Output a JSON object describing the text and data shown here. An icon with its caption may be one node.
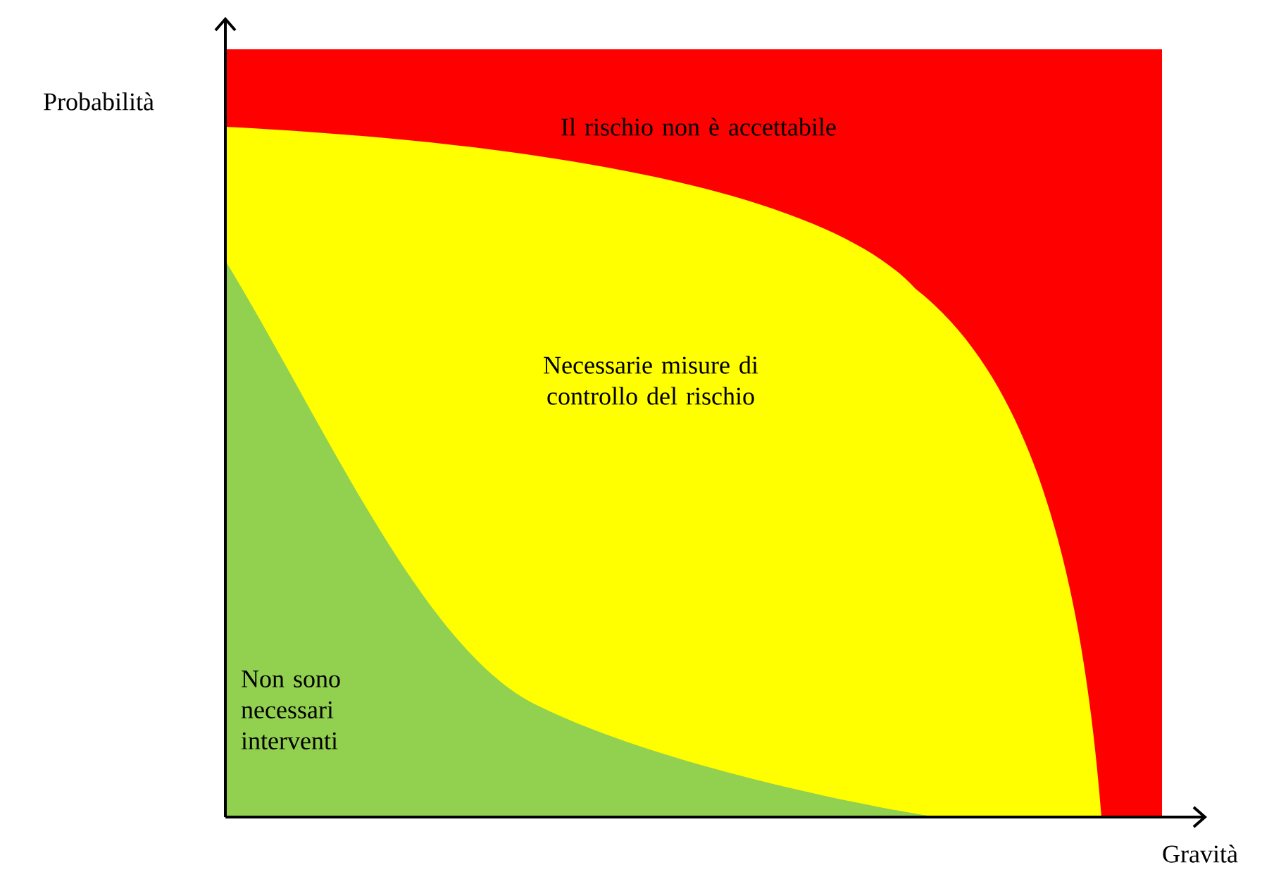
{
  "diagram": {
    "nodes": [
      {
        "text": [
          "Il rischio non è accettabile"
        ]
      },
      {
        "text": [
          "Necessarie misure di controllo del rischio"
        ],
        "in": 0
      },
      {
        "text": [
          "Non sono necessari interventi"
        ],
        "in": 1
      }
    ],
    "labels": [
      "Probabilità",
      "Gravità"
    ]
  }
}
